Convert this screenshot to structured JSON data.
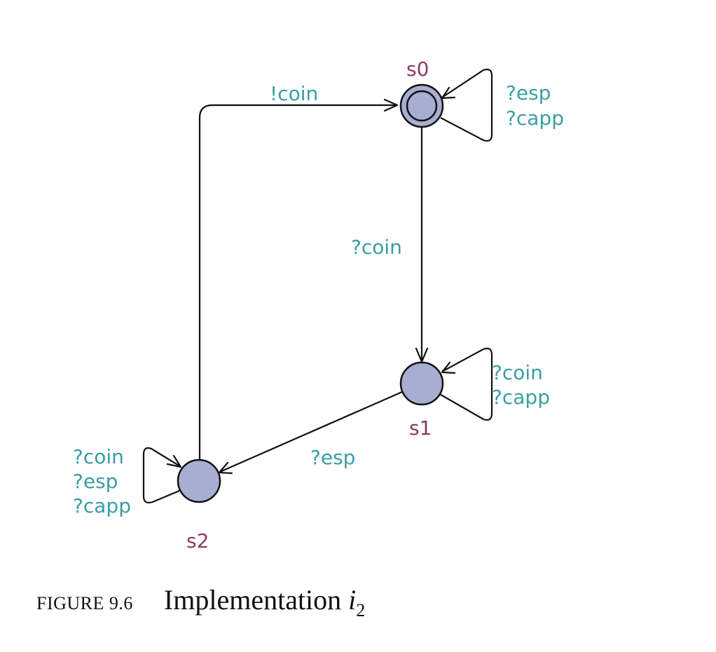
{
  "diagram": {
    "states": [
      {
        "id": "s0",
        "label": "s0",
        "initial": true
      },
      {
        "id": "s1",
        "label": "s1",
        "initial": false
      },
      {
        "id": "s2",
        "label": "s2",
        "initial": false
      }
    ],
    "transitions": [
      {
        "from": "s0",
        "to": "s0",
        "labels": [
          "?esp",
          "?capp"
        ]
      },
      {
        "from": "s0",
        "to": "s1",
        "labels": [
          "?coin"
        ]
      },
      {
        "from": "s1",
        "to": "s1",
        "labels": [
          "?coin",
          "?capp"
        ]
      },
      {
        "from": "s1",
        "to": "s2",
        "labels": [
          "?esp"
        ]
      },
      {
        "from": "s2",
        "to": "s2",
        "labels": [
          "?coin",
          "?esp",
          "?capp"
        ]
      },
      {
        "from": "s2",
        "to": "s0",
        "labels": [
          "!coin"
        ]
      }
    ],
    "colors": {
      "state_fill": "#a7aed2",
      "state_label": "#8b3a62",
      "transition_label": "#3a9ea5",
      "edge": "#111111"
    }
  },
  "caption": {
    "number": "FIGURE 9.6",
    "title": "Implementation ",
    "variable": "i",
    "subscript": "2"
  }
}
